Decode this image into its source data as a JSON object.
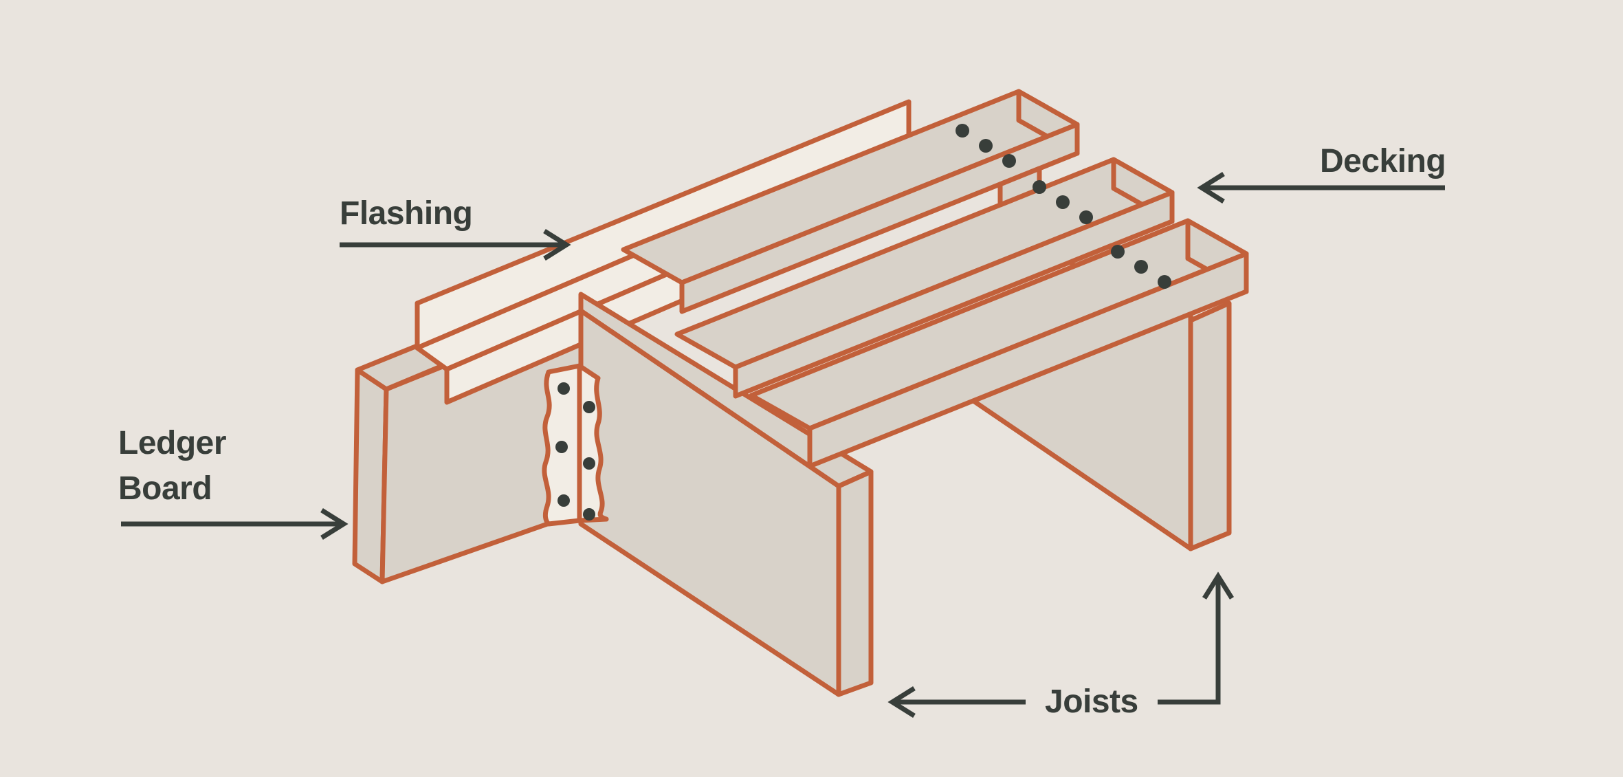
{
  "title": "Deck construction diagram",
  "colors": {
    "background": "#e9e4de",
    "wood": "#d8d2c9",
    "light": "#f2ede5",
    "outline": "#c2603a",
    "ink": "#383e3a"
  },
  "labels": {
    "flashing": "Flashing",
    "decking": "Decking",
    "ledger_board": "Ledger Board",
    "joists": "Joists"
  },
  "parts": {
    "flashing": "flashing strip",
    "decking": "deck boards with screws",
    "ledger_board": "ledger board",
    "joists": "deck joists",
    "joist_hanger": "joist hanger with nails"
  }
}
